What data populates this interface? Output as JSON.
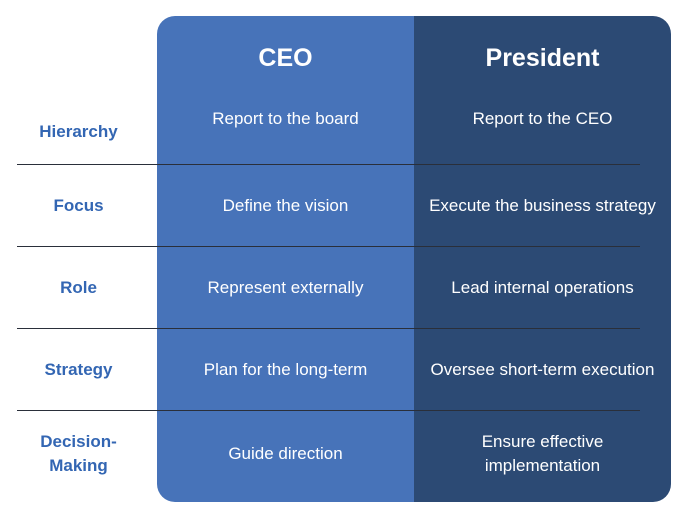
{
  "columns": {
    "ceo": "CEO",
    "president": "President"
  },
  "rows": [
    {
      "label": "Hierarchy",
      "ceo": "Report to the board",
      "president": "Report to the CEO"
    },
    {
      "label": "Focus",
      "ceo": "Define the vision",
      "president": "Execute the business strategy"
    },
    {
      "label": "Role",
      "ceo": "Represent externally",
      "president": "Lead internal operations"
    },
    {
      "label": "Strategy",
      "ceo": "Plan for the long-term",
      "president": "Oversee short-term execution"
    },
    {
      "label": "Decision-Making",
      "ceo": "Guide direction",
      "president": "Ensure effective implementation"
    }
  ],
  "colors": {
    "ceo_column": "#4773b9",
    "president_column": "#2c4a74",
    "row_label": "#3366b3"
  }
}
